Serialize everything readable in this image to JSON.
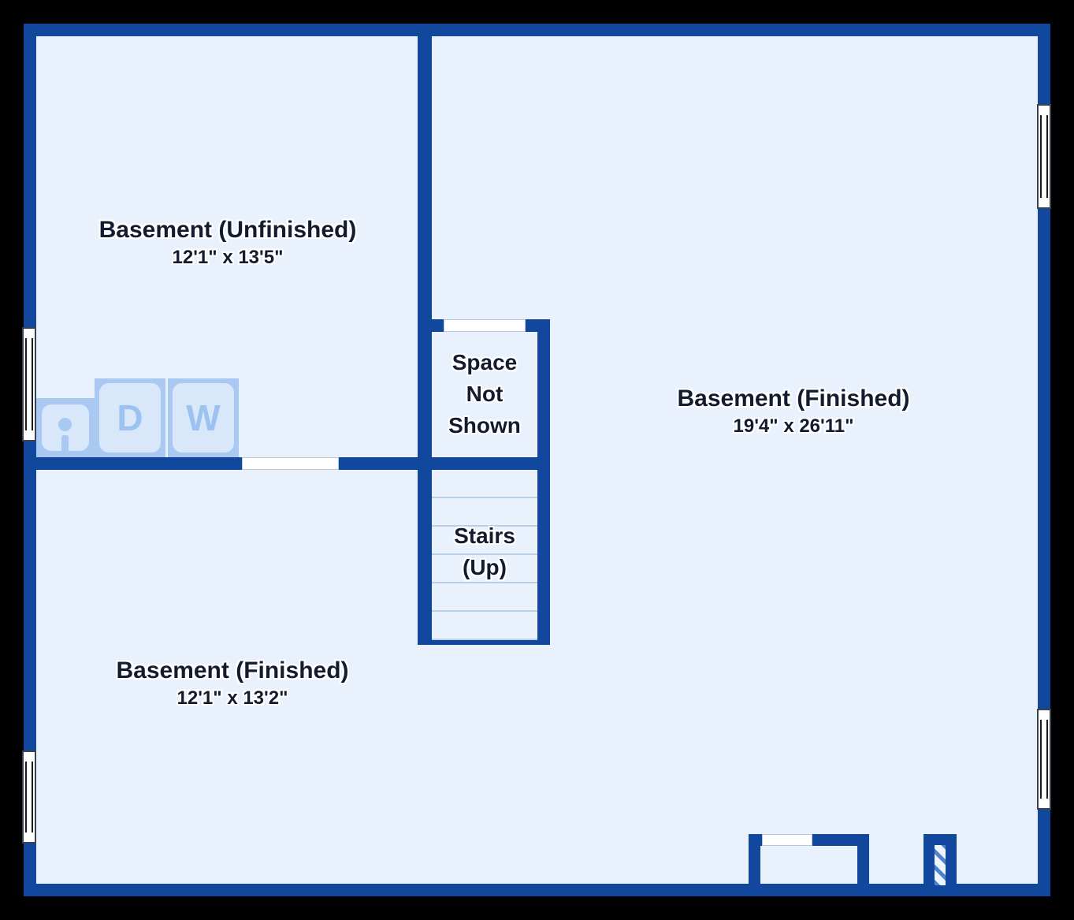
{
  "floorplan": {
    "rooms": [
      {
        "id": "basement-unfinished",
        "label": "Basement (Unfinished)",
        "dimensions": "12'1\" x 13'5\""
      },
      {
        "id": "basement-finished-large",
        "label": "Basement (Finished)",
        "dimensions": "19'4\" x 26'11\""
      },
      {
        "id": "basement-finished-small",
        "label": "Basement (Finished)",
        "dimensions": "12'1\" x 13'2\""
      },
      {
        "id": "space-not-shown",
        "label": "Space Not Shown"
      },
      {
        "id": "stairs",
        "label": "Stairs (Up)"
      }
    ],
    "appliances": {
      "dryer_label": "D",
      "washer_label": "W"
    },
    "colors": {
      "background": "#000000",
      "wall": "#11489d",
      "floor": "#e9f2fc",
      "stair_tread_line": "#b9cfe9",
      "appliance_outline": "#a9c9f3",
      "appliance_fill": "#d9e7fb",
      "appliance_glyph": "#9dc2f0",
      "label_text": "#141b2e",
      "window_frame": "#3a4450",
      "door_hatch_stripe": "#4f83cc"
    }
  }
}
